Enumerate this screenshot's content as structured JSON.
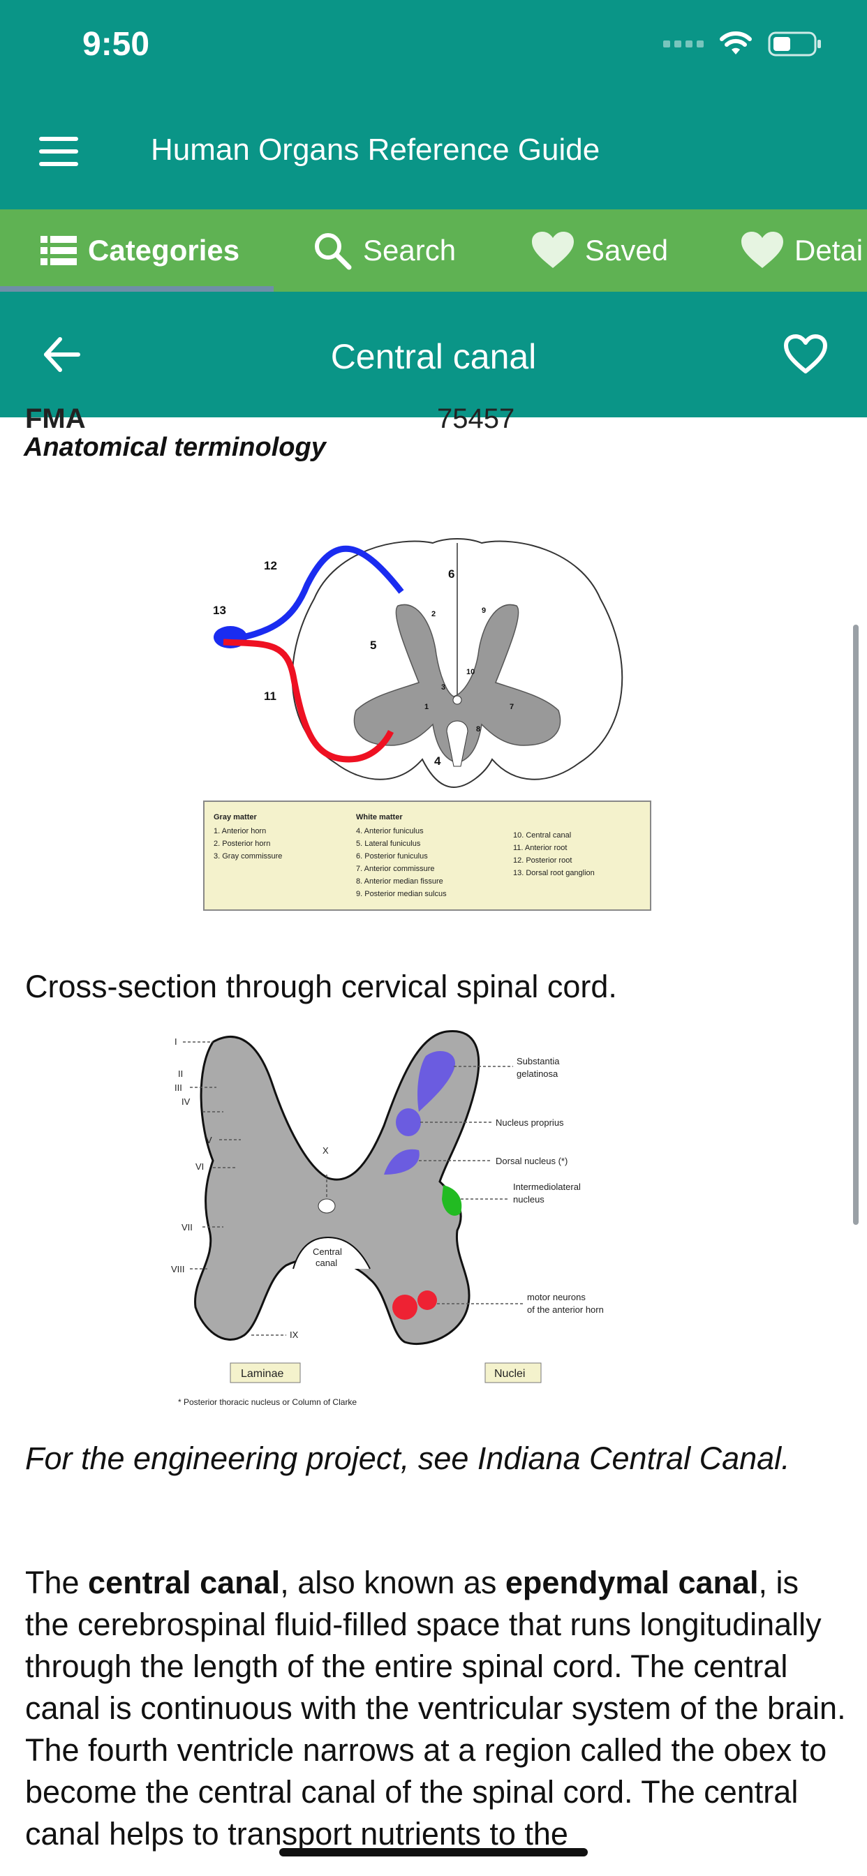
{
  "status": {
    "time": "9:50"
  },
  "app_bar": {
    "title": "Human Organs Reference Guide",
    "menu_icon": "hamburger-menu-icon"
  },
  "tabs": [
    {
      "label": "Categories",
      "icon": "list-icon",
      "active": true
    },
    {
      "label": "Search",
      "icon": "search-icon",
      "active": false
    },
    {
      "label": "Saved",
      "icon": "heart-icon",
      "active": false
    },
    {
      "label": "Detai",
      "icon": "heart-icon",
      "active": false
    }
  ],
  "detail": {
    "title": "Central canal",
    "back_icon": "arrow-left-icon",
    "favorite_icon": "heart-outline-icon"
  },
  "content": {
    "cutoff_label": "FMA",
    "cutoff_value": "75457",
    "terminology_label": "Anatomical terminology",
    "figure1": {
      "numbers": [
        "12",
        "13",
        "5",
        "11",
        "4",
        "6",
        "2",
        "9",
        "10",
        "3",
        "1",
        "7",
        "8"
      ],
      "legend": {
        "gray_title": "Gray matter",
        "gray_items": [
          "1. Anterior horn",
          "2. Posterior horn",
          "3. Gray commissure"
        ],
        "white_title": "White matter",
        "white_items": [
          "4. Anterior funiculus",
          "5. Lateral funiculus",
          "6. Posterior funiculus",
          "7. Anterior commissure",
          "8. Anterior median fissure",
          "9. Posterior median sulcus"
        ],
        "other_items": [
          "10. Central canal",
          "11. Anterior root",
          "12. Posterior root",
          "13. Dorsal root ganglion"
        ]
      }
    },
    "caption1": "Cross-section through cervical spinal cord.",
    "figure2": {
      "laminae_marks": [
        "I",
        "II",
        "III",
        "IV",
        "V",
        "VI",
        "VII",
        "VIII",
        "IX",
        "X"
      ],
      "labels": {
        "substantia": "Substantia",
        "gelatinosa": "gelatinosa",
        "nucleus_proprius": "Nucleus proprius",
        "dorsal_nucleus": "Dorsal nucleus (*)",
        "intermediolateral": "Intermediolateral",
        "nucleus": "nucleus",
        "motor1": "motor neurons",
        "motor2": "of the anterior horn",
        "central": "Central",
        "canal": "canal"
      },
      "box_laminae": "Laminae",
      "box_nuclei": "Nuclei",
      "footnote": "* Posterior thoracic nucleus or Column of Clarke"
    },
    "italic_note": "For the engineering project, see Indiana Central Canal.",
    "body": {
      "t1": "The ",
      "b1": "central canal",
      "t2": ", also known as ",
      "b2": "ependymal canal",
      "t3": ", is the cerebrospinal fluid-filled space that runs longitudinally through the length of the entire spinal cord. The central canal is continuous with the ventricular system of the brain. The fourth ventricle narrows at a region called the obex to become the central canal of the spinal cord. The central canal helps to transport nutrients to the"
    }
  },
  "colors": {
    "teal": "#0a9587",
    "green": "#5fb253",
    "posterior_root": "#1a2cf0",
    "anterior_root": "#ee1122",
    "gray_matter": "#999999"
  }
}
